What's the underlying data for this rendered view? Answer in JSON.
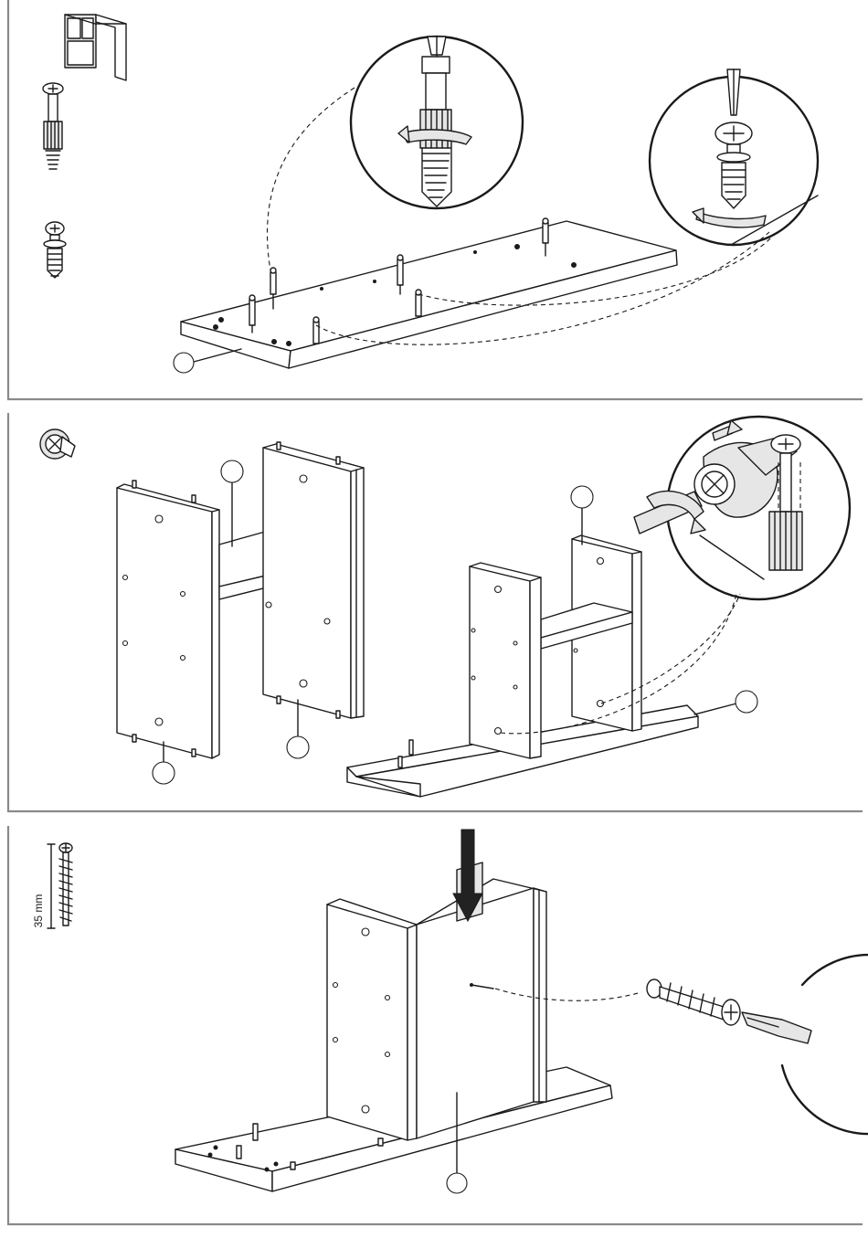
{
  "steps": [
    {
      "id": "step-1",
      "parts": [
        "furniture-unit-icon",
        "cam-bolt-long",
        "cam-bolt-short"
      ]
    },
    {
      "id": "step-2",
      "parts": [
        "cam-lock-icon"
      ]
    },
    {
      "id": "step-3",
      "parts": [
        "screw-35mm"
      ],
      "screw_length_label": "35 mm"
    }
  ],
  "colors": {
    "line": "#1a1a1a",
    "frame": "#8a8a8a",
    "background": "#ffffff"
  }
}
